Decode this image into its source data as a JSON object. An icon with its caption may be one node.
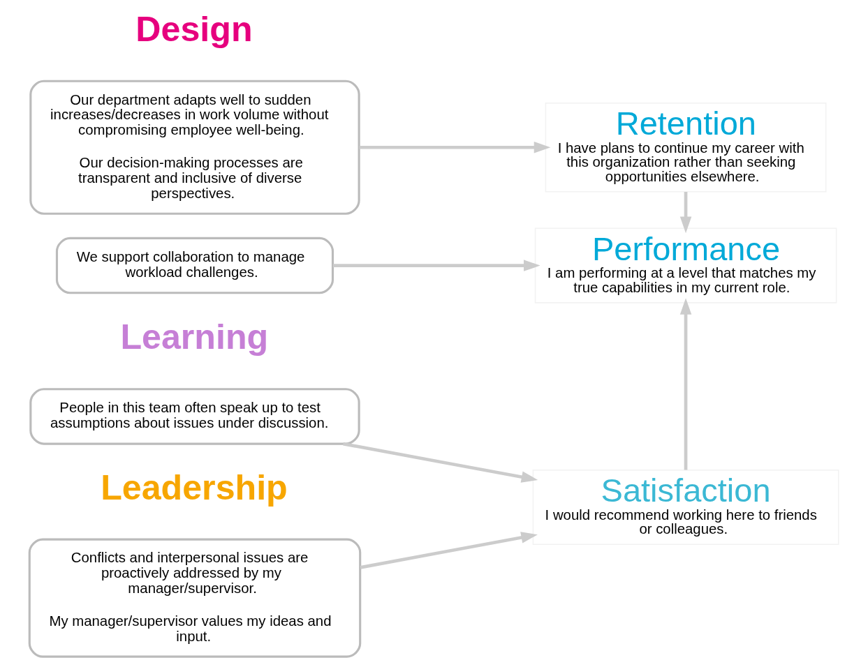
{
  "diagram": {
    "nodes": [
      {
        "text": [
          "Our department adapts well to sudden increases/decreases in work volume without compromising employee well-being.",
          "Our decision-making processes are transparent and inclusive of diverse perspectives."
        ]
      },
      {
        "text": [
          "We support collaboration to manage workload challenges."
        ]
      },
      {
        "text": [
          "People in this team often speak up to test assumptions about issues under discussion."
        ]
      },
      {
        "text": [
          "Conflicts and interpersonal issues are proactively addressed by my manager/supervisor.",
          "My manager/supervisor values my ideas and input."
        ]
      },
      {
        "text": [
          "Retention",
          "I have plans to continue my career with this organization rather than seeking opportunities elsewhere."
        ]
      },
      {
        "text": [
          "Performance",
          "I am performing at a level that matches my true capabilities in my current role."
        ]
      },
      {
        "text": [
          "Satisfaction",
          "I would recommend working here to friends or colleagues."
        ]
      }
    ],
    "edges": [
      {
        "from": 0,
        "to": 4,
        "arrow": "to"
      },
      {
        "from": 1,
        "to": 5,
        "arrow": "to"
      },
      {
        "from": 2,
        "to": 6,
        "arrow": "to"
      },
      {
        "from": 3,
        "to": 6,
        "arrow": "to"
      },
      {
        "from": 4,
        "to": 5,
        "arrow": "to"
      },
      {
        "from": 6,
        "to": 5,
        "arrow": "to"
      }
    ],
    "labels": [
      "Design",
      "Learning",
      "Leadership"
    ]
  }
}
